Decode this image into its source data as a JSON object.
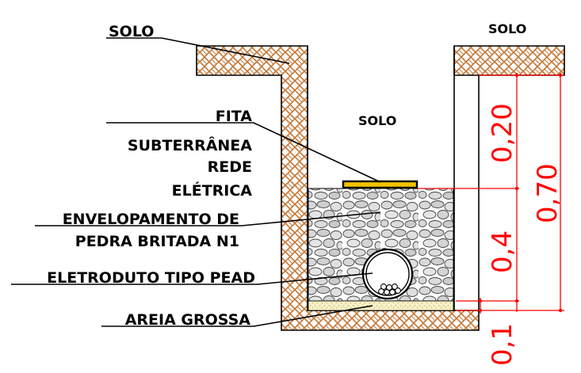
{
  "labels": {
    "solo_left": "SOLO",
    "solo_right": "SOLO",
    "solo_center": "SOLO",
    "fita_line1": "FITA",
    "fita_line2": "SUBTERRÂNEA",
    "fita_line3": "REDE",
    "fita_line4": "ELÉTRICA",
    "envelope_line1": "ENVELOPAMENTO DE",
    "envelope_line2": "PEDRA BRITADA N1",
    "eletroduto": "ELETRODUTO TIPO PEAD",
    "areia": "AREIA GROSSA"
  },
  "dimensions": {
    "d_020": "0,20",
    "d_070": "0,70",
    "d_04": "0,4",
    "d_01": "0,1"
  },
  "colors": {
    "soil": "#c47a3a",
    "tape": "#f2c200",
    "dimension": "#ff0000",
    "sand": "#f6f0c8"
  }
}
